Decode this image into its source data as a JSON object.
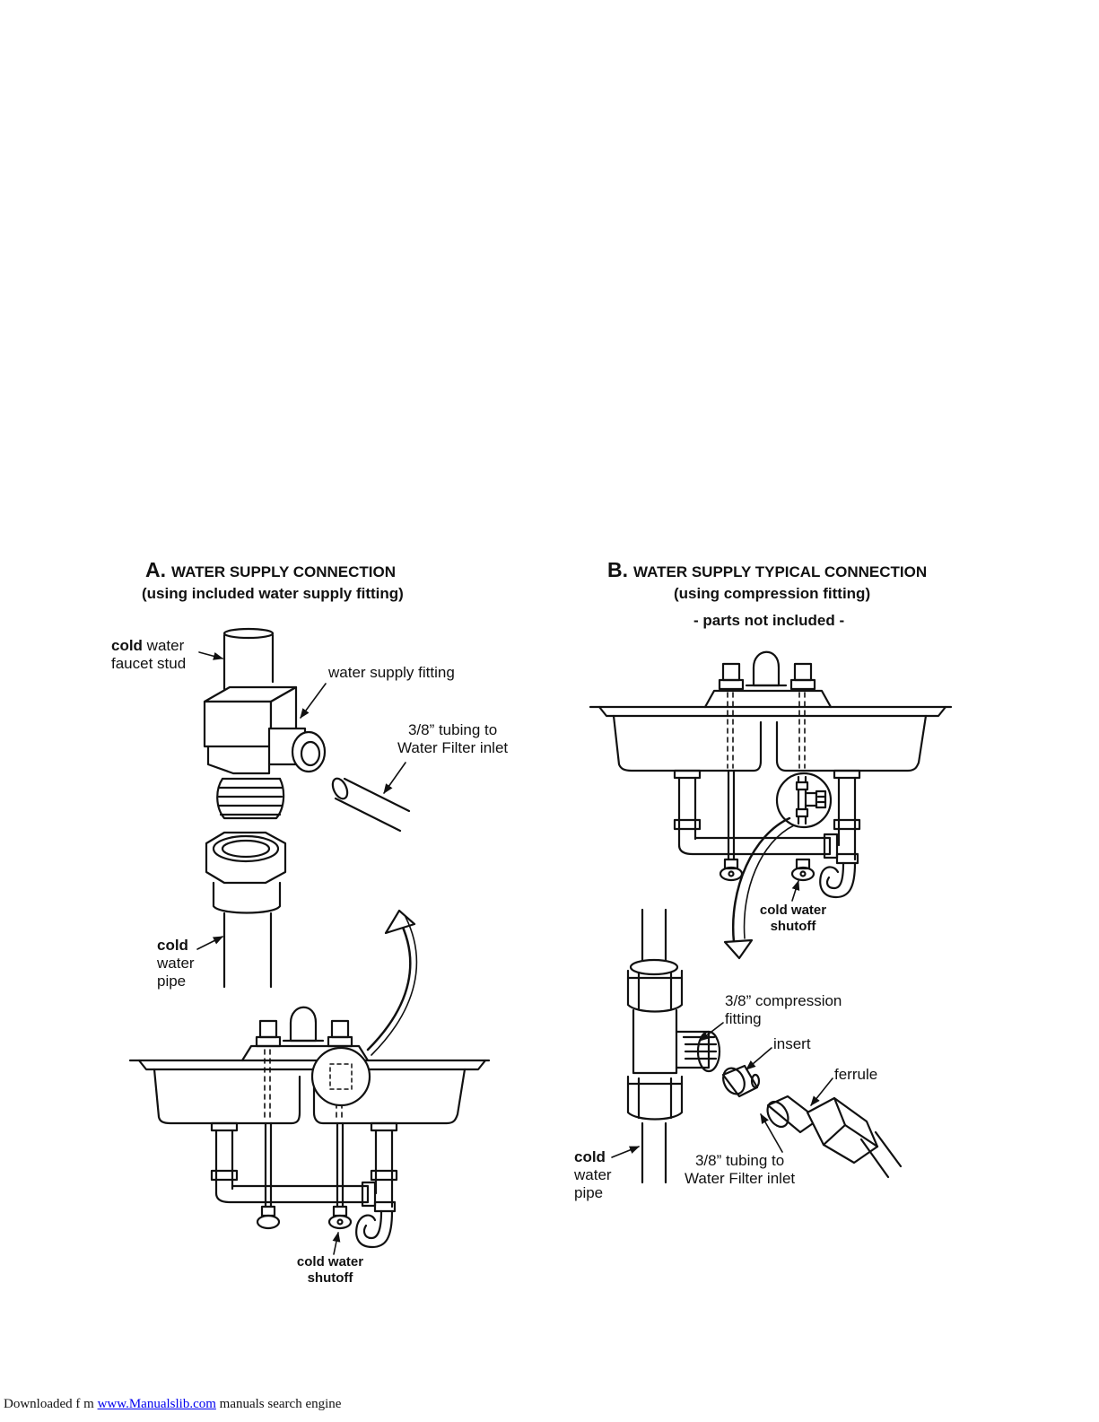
{
  "panel_a": {
    "letter": "A.",
    "title": "WATER SUPPLY CONNECTION",
    "subtitle": "(using included water supply fitting)",
    "labels": {
      "faucet_stud_bold": "cold",
      "faucet_stud_1": " water",
      "faucet_stud_2": "faucet stud",
      "supply_fitting": "water supply fitting",
      "tubing_1": "3/8”  tubing to",
      "tubing_2": "Water Filter inlet",
      "pipe_bold": "cold",
      "pipe_2": "water",
      "pipe_3": "pipe",
      "shutoff_1": "cold water",
      "shutoff_2": "shutoff"
    }
  },
  "panel_b": {
    "letter": "B.",
    "title": "WATER SUPPLY TYPICAL CONNECTION",
    "subtitle": "(using compression fitting)",
    "note": "- parts not included -",
    "labels": {
      "shutoff_1": "cold water",
      "shutoff_2": "shutoff",
      "compression_1": "3/8” compression",
      "compression_2": "fitting",
      "insert": "insert",
      "ferrule": "ferrule",
      "pipe_bold": "cold",
      "pipe_2": "water",
      "pipe_3": "pipe",
      "tubing_1": "3/8”  tubing to",
      "tubing_2": "Water Filter inlet"
    }
  },
  "footer": {
    "prefix": "Downloaded f   m ",
    "link": "www.Manualslib.com",
    "suffix": "  manuals search engine"
  }
}
